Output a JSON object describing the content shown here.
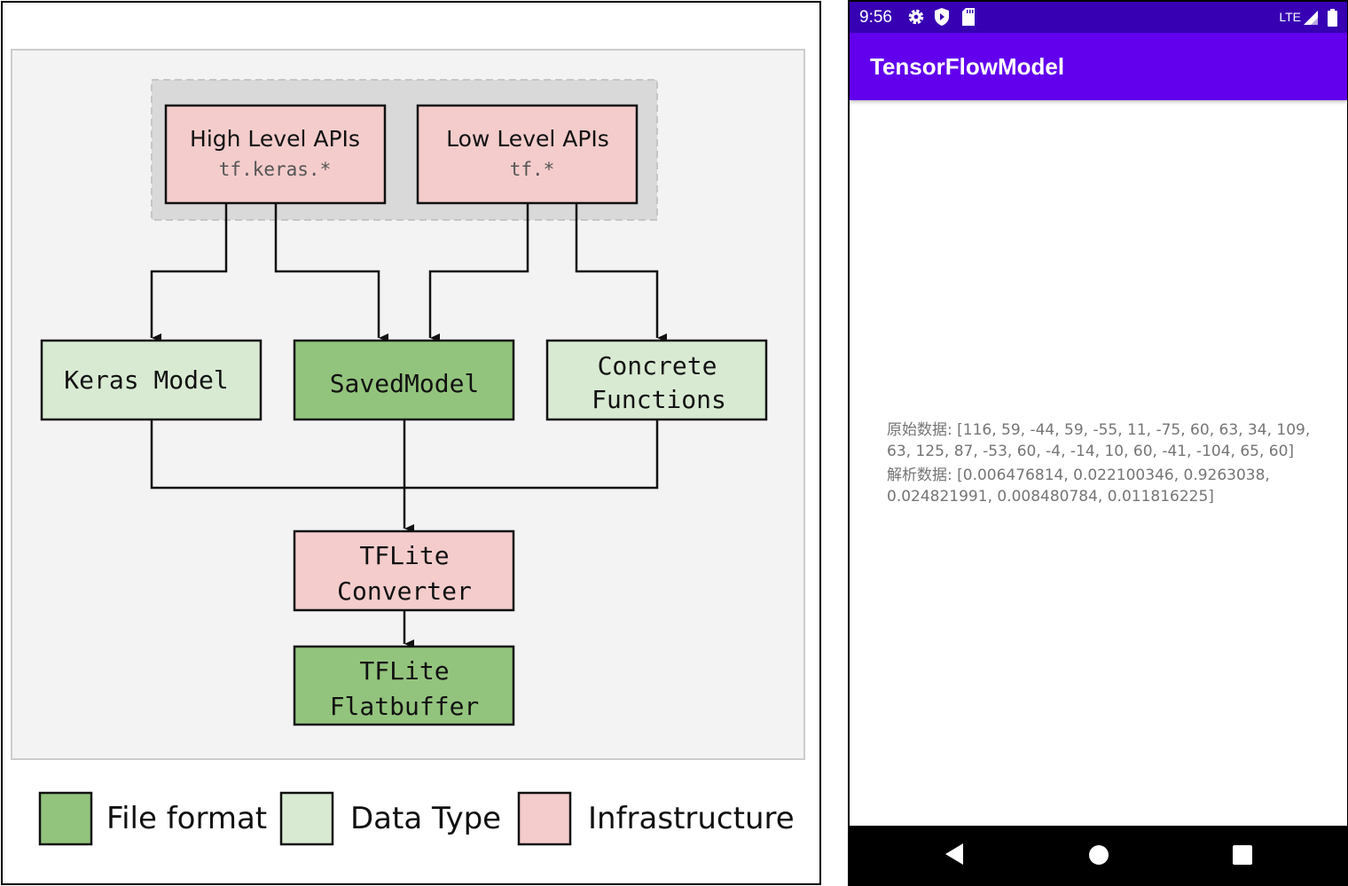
{
  "diagram": {
    "nodes": {
      "high_level_apis": {
        "title": "High Level APIs",
        "subtitle": "tf.keras.*"
      },
      "low_level_apis": {
        "title": "Low Level APIs",
        "subtitle": "tf.*"
      },
      "keras_model": {
        "title": "Keras Model"
      },
      "saved_model": {
        "title": "SavedModel"
      },
      "concrete_functions": {
        "line1": "Concrete",
        "line2": "Functions"
      },
      "tflite_converter": {
        "line1": "TFLite",
        "line2": "Converter"
      },
      "tflite_flatbuffer": {
        "line1": "TFLite",
        "line2": "Flatbuffer"
      }
    },
    "legend": [
      {
        "label": "File format",
        "color": "#93c47d"
      },
      {
        "label": "Data Type",
        "color": "#d9ead3"
      },
      {
        "label": "Infrastructure",
        "color": "#f4cccc"
      }
    ],
    "colors": {
      "file_format": "#93c47d",
      "data_type": "#d9ead3",
      "infrastructure": "#f4cccc",
      "outer_bg": "#f3f3f3",
      "api_group_bg": "#d9d9d9"
    }
  },
  "phone": {
    "status_bar": {
      "time": "9:56",
      "network": "LTE",
      "icons": [
        "gear-icon",
        "shield-icon",
        "sd-card-icon",
        "signal-icon",
        "battery-icon"
      ]
    },
    "app_bar": {
      "title": "TensorFlowModel"
    },
    "content": {
      "raw_data_line1": "原始数据: [116, 59, -44, 59, -55, 11, -75, 60, 63, 34, 109,",
      "raw_data_line2": "63, 125, 87, -53, 60, -4, -14, 10, 60, -41, -104, 65, 60]",
      "parsed_data_line1": "解析数据: [0.006476814, 0.022100346, 0.9263038,",
      "parsed_data_line2": "0.024821991, 0.008480784, 0.011816225]"
    },
    "nav_bar": {
      "icons": [
        "back-icon",
        "home-icon",
        "recents-icon"
      ]
    },
    "colors": {
      "status_bar": "#3700b3",
      "app_bar": "#6200ee",
      "text": "#757575"
    }
  }
}
